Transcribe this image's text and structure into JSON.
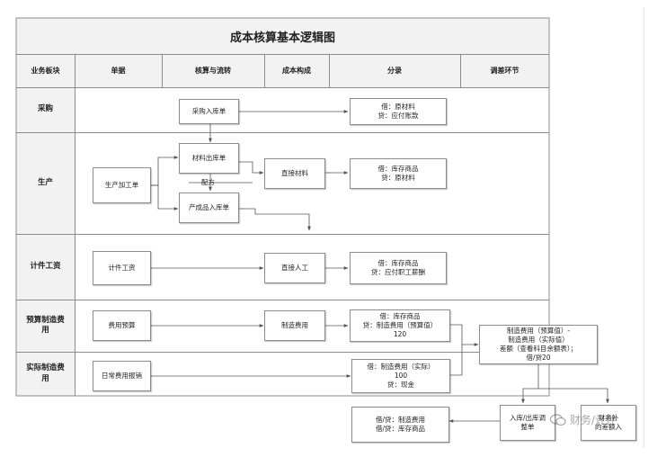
{
  "diagram": {
    "title": "成本核算基本逻辑图",
    "columns": [
      "业务板块",
      "单据",
      "核算与流转",
      "成本构成",
      "分录",
      "调差环节"
    ],
    "rows": {
      "procurement": "采购",
      "production": "生产",
      "piecework": "计件工资",
      "budget_overhead": "预算制造费\n用",
      "actual_overhead": "实际制造费\n用"
    },
    "nodes": {
      "purchase_receipt": "采购入库单",
      "entry_purchase": "借：原材料\n贷：应付账款",
      "material_issue": "材料出库单",
      "production_order": "生产加工单",
      "finished_receipt": "产成品入库单",
      "direct_material": "直接材料",
      "entry_production": "借：库存商品\n贷：原材料",
      "piece_wage": "计件工资",
      "direct_labor": "直接人工",
      "entry_labor": "借：库存商品\n贷：应付职工薪酬",
      "expense_budget": "费用预算",
      "manufacturing_overhead": "制造费用",
      "entry_budget": "借：库存商品\n贷：制造费用（预算值）\n120",
      "daily_expense": "日常费用报销",
      "entry_actual": "借：制造费用（实际）\n100\n贷：现金",
      "variance_calc": "制造费用（预算值）-\n制造费用（实际值）\n差额（查看科目余额表）；\n借/贷20",
      "entry_adjust": "借/贷：制造费用\n借/贷：库存商品",
      "adjust_voucher": "入库/出库调\n整单",
      "supplement": "财务补\n的差额入"
    },
    "labels": {
      "recipe": "配方",
      "watermark": "财务/计件"
    }
  }
}
